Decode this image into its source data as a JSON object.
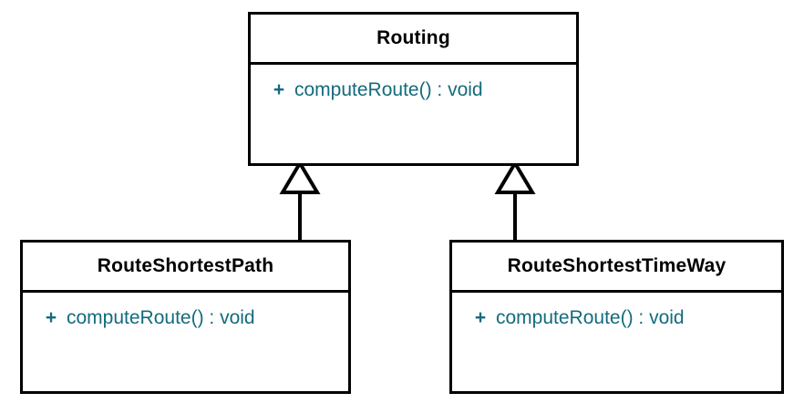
{
  "diagram": {
    "type": "uml-class-diagram",
    "notation": "generalization",
    "background_color": "#ffffff",
    "border_color": "#000000",
    "class_name_color": "#000000",
    "member_text_color": "#136b7d"
  },
  "classes": [
    {
      "id": "routing",
      "name": "Routing",
      "role": "superclass",
      "members": [
        {
          "visibility": "+",
          "signature": "computeRoute() : void"
        }
      ]
    },
    {
      "id": "routeshortestpath",
      "name": "RouteShortestPath",
      "role": "subclass",
      "members": [
        {
          "visibility": "+",
          "signature": "computeRoute() : void"
        }
      ]
    },
    {
      "id": "routeshortesttimeway",
      "name": "RouteShortestTimeWay",
      "role": "subclass",
      "members": [
        {
          "visibility": "+",
          "signature": "computeRoute() : void"
        }
      ]
    }
  ],
  "relationships": [
    {
      "id": "generalization-left",
      "kind": "generalization",
      "source": "RouteShortestPath",
      "target": "Routing",
      "arrowhead": "hollow-triangle"
    },
    {
      "id": "generalization-right",
      "kind": "generalization",
      "source": "RouteShortestTimeWay",
      "target": "Routing",
      "arrowhead": "hollow-triangle"
    }
  ]
}
